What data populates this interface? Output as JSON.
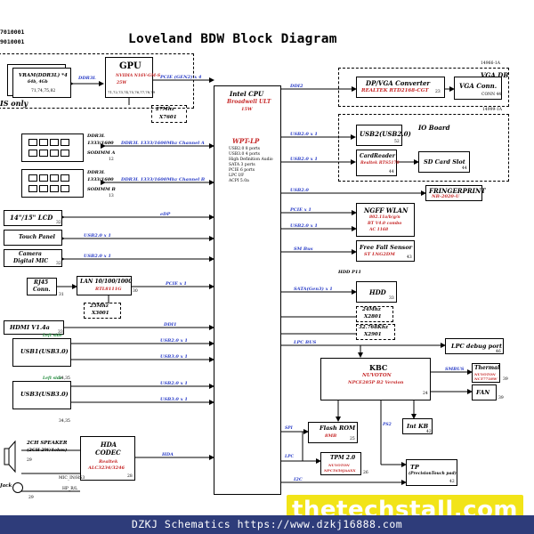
{
  "doc": {
    "id1": "7010001",
    "id2": "9010001",
    "title": "Loveland BDW Block Diagram",
    "board_label": "IS only",
    "footer": "DZKJ Schematics https://www.dzkj16888.com",
    "watermark": "thetechstall.com"
  },
  "blocks": {
    "vram": {
      "name": "VRAM(DDR3L) *4",
      "sub": "64b, 4Gb",
      "pins": "71,74,75,82"
    },
    "gpu": {
      "name": "GPU",
      "part": "NVIDIA N16V-GM-S",
      "sub": "25W",
      "pins": "71,72,73,74,75,76,77,78,79"
    },
    "xtal_gpu": {
      "freq": "27Mhz",
      "ref": "X7601"
    },
    "cpu": {
      "name": "Intel CPU",
      "sub": "Broadwell ULT",
      "power": "15W",
      "pch": "WPT-LP",
      "features": [
        "USB2.0 8 ports",
        "USB3.0 4 ports",
        "High Definition Audio",
        "SATA 3 ports",
        "PCIE 6 ports",
        "LPC I/F",
        "ACPI 5.0a"
      ]
    },
    "dimm_a": {
      "name": "DDR3L",
      "speed": "1333/1600",
      "slot": "SODIMM A",
      "pin": "12"
    },
    "dimm_b": {
      "name": "DDR3L",
      "speed": "1333/1600",
      "slot": "SODIMM B",
      "pin": "13"
    },
    "dp_vga": {
      "name": "DP/VGA Converter",
      "part": "REALTEK RTD2168-CGT",
      "pin": "23"
    },
    "vga_conn": {
      "name": "VGA Conn.",
      "pin": "CONN 44"
    },
    "vga_db": {
      "name": "VGA DB",
      "ref": "14966-1A"
    },
    "io_board": {
      "name": "IO Board",
      "ref": "14999-1A"
    },
    "usb2_io": {
      "name": "USB2(USB2.0)",
      "pin": "52"
    },
    "card_reader": {
      "name": "CardReader",
      "part": "Realtek RTS5170",
      "pin": "44"
    },
    "sd_slot": {
      "name": "SD Card Slot",
      "pin": "44"
    },
    "finger": {
      "name": "FRINGERPRINT",
      "part": "NB-2020-U"
    },
    "wlan": {
      "name": "NGFF WLAN",
      "part1": "802.11a/b/g/n",
      "part2": "BT V4.0 combo",
      "part3": "AC 1168"
    },
    "ffs": {
      "name": "Free Fall Sensor",
      "part": "ST LNG2DM",
      "pin": "43"
    },
    "hdd": {
      "name": "HDD",
      "label": "HDD P11",
      "pin": "33"
    },
    "xtal_24": {
      "freq": "24Mhz",
      "ref": "X2801"
    },
    "xtal_32": {
      "freq": "32.768Khz",
      "ref": "X2901"
    },
    "lpc_debug": {
      "name": "LPC debug port",
      "pin": "46"
    },
    "kbc": {
      "name": "KBC",
      "part": "NUVOTON",
      "part2": "NPCE285P B2 Version",
      "pin": "24"
    },
    "thermal": {
      "name": "Thermal",
      "part": "NUVOTON",
      "part2": "NCT7718W",
      "pin": "39"
    },
    "fan": {
      "name": "FAN",
      "pin": "39"
    },
    "int_kb": {
      "name": "Int KB",
      "pin": "42"
    },
    "flash": {
      "name": "Flash ROM",
      "size": "8MB",
      "pin": "25"
    },
    "tpm": {
      "name": "TPM 2.0",
      "part": "NUVOTON",
      "part2": "NPCT650JAAXX",
      "pin": "26"
    },
    "tp": {
      "name": "TP",
      "sub": "(PrecisionTouch pad)",
      "pin": "42"
    },
    "lcd": {
      "name": "14\"/15\" LCD",
      "pin": "32"
    },
    "touch": {
      "name": "Touch Panel"
    },
    "camera": {
      "name": "Camera",
      "sub": "Digital MIC",
      "pin": "32"
    },
    "rj45": {
      "name": "RJ45",
      "sub": "Conn.",
      "pin": "31"
    },
    "lan": {
      "name": "LAN 10/100/1000",
      "part": "RTL8111G",
      "pin": "30"
    },
    "xtal_lan": {
      "freq": "25Mhz",
      "ref": "X3001"
    },
    "hdmi": {
      "name": "HDMI V1.4a",
      "pin": "33"
    },
    "usb1": {
      "name": "USB1(USB3.0)",
      "side": "Left side",
      "pin": "34,35"
    },
    "usb3": {
      "name": "USB3(USB3.0)",
      "side": "Left side",
      "pin": "34,35"
    },
    "speaker": {
      "name": "2CH SPEAKER",
      "sub": "(2CH 2W/4ohm)",
      "pin": "29"
    },
    "codec": {
      "name": "HDA",
      "name2": "CODEC",
      "part": "Realtek",
      "part2": "ALC3234/3246",
      "pin": "28"
    },
    "jack": {
      "name": "Jack",
      "pin": "29"
    }
  },
  "buses": {
    "ddr3l": "DDR3L",
    "pcie_gpu": "PCIE (GEN2) x 4",
    "ddi2": "DDI2",
    "ch_a": "DDR3L 1333/1600Mhz Channel A",
    "ch_b": "DDR3L 1333/1600Mhz Channel B",
    "usb_io1": "USB2.0 x 1",
    "usb_io2": "USB2.0 x 1",
    "usb_fp": "USB2.0",
    "pcie_wlan": "PCIE x 1",
    "usb_wlan": "USB2.0 x 1",
    "smbus": "SM Bus",
    "sata": "SATA(Gen3) x 1",
    "edp": "eDP",
    "usb_touch": "USB2.0 x 1",
    "usb_cam": "USB2.0 x 1",
    "pcie_lan": "PCIE x 1",
    "ddi1": "DDI1",
    "usb1_a": "USB2.0 x 1",
    "usb1_b": "USB3.0 x 1",
    "usb3_a": "USB2.0 x 1",
    "usb3_b": "USB3.0 x 1",
    "hda": "HDA",
    "lpc": "LPC BUS",
    "spi": "SPI",
    "lpc2": "LPC",
    "i2c": "I2C",
    "smbus2": "SMBUS",
    "ps2": "PS2",
    "mic": "MIC_IN/HS3",
    "hp": "HP_R/L"
  }
}
